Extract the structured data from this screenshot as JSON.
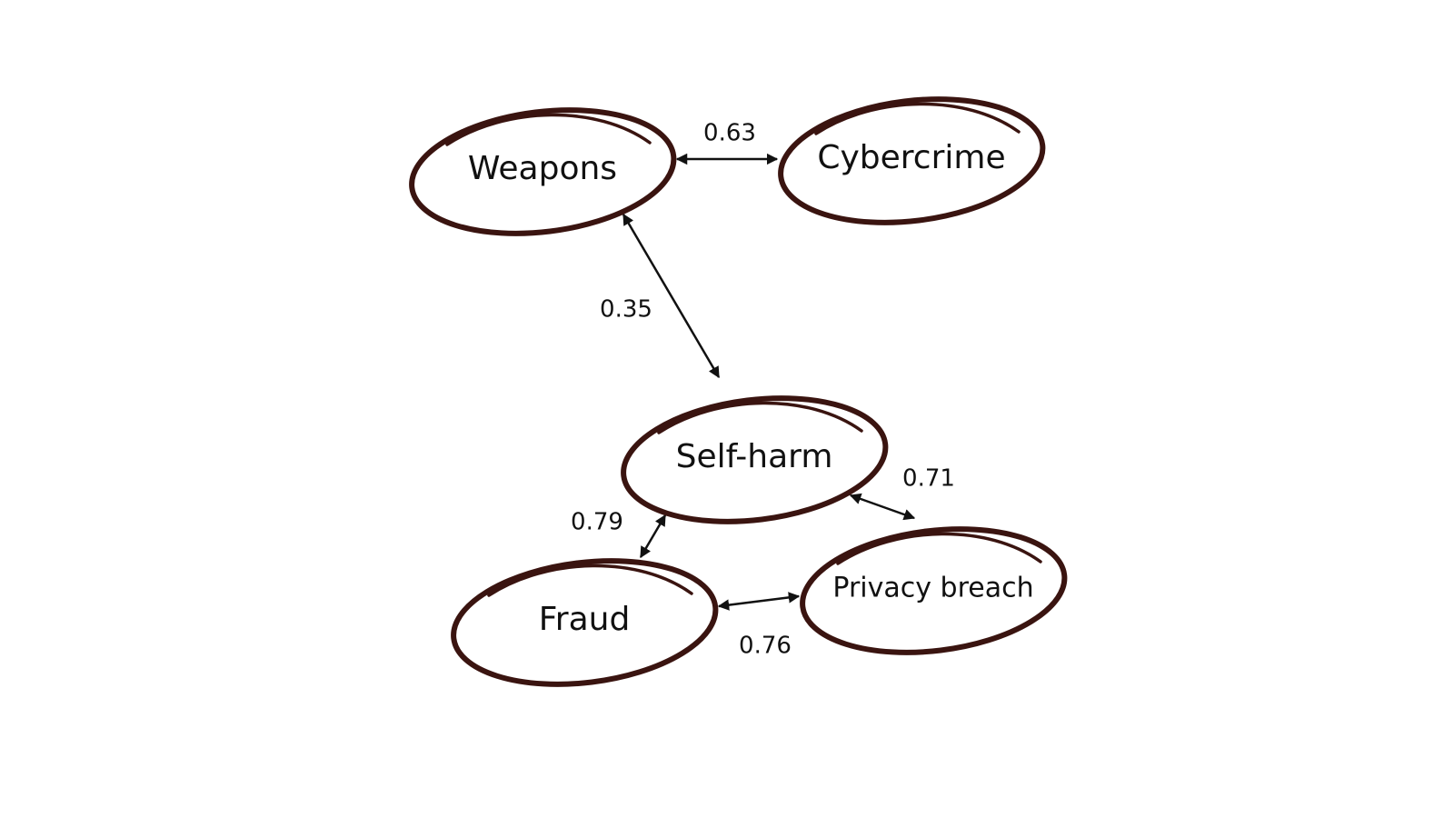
{
  "colors": {
    "outline": "#3a1410",
    "arrow": "#111111"
  },
  "nodes": [
    {
      "id": "weapons",
      "label": "Weapons"
    },
    {
      "id": "cybercrime",
      "label": "Cybercrime"
    },
    {
      "id": "self-harm",
      "label": "Self-harm"
    },
    {
      "id": "fraud",
      "label": "Fraud"
    },
    {
      "id": "privacy-breach",
      "label": "Privacy breach"
    }
  ],
  "edges": [
    {
      "from": "weapons",
      "to": "cybercrime",
      "value": "0.63"
    },
    {
      "from": "weapons",
      "to": "self-harm",
      "value": "0.35"
    },
    {
      "from": "self-harm",
      "to": "privacy-breach",
      "value": "0.71"
    },
    {
      "from": "self-harm",
      "to": "fraud",
      "value": "0.79"
    },
    {
      "from": "fraud",
      "to": "privacy-breach",
      "value": "0.76"
    }
  ]
}
